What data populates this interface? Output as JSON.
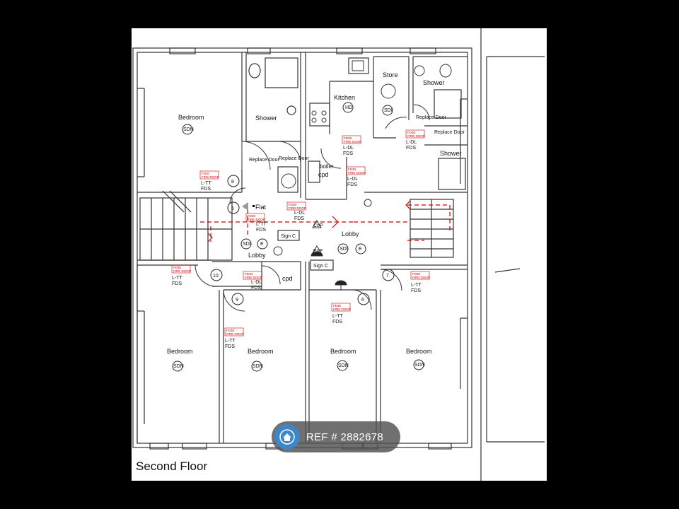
{
  "floor_title": "Second Floor",
  "watermark": {
    "prefix": "REF",
    "hash": "#",
    "number": "2882678",
    "icon": "home-icon"
  },
  "rooms": {
    "bedroom_nw": "Bedroom",
    "shower_1": "Shower",
    "kitchen": "Kitchen",
    "store": "Store",
    "shower_2": "Shower",
    "shower_3": "Shower",
    "lobby_east": "Lobby",
    "lobby_west": "Lobby",
    "flat": "Flat",
    "bedroom_s1": "Bedroom",
    "bedroom_s2": "Bedroom",
    "bedroom_s3": "Bedroom",
    "bedroom_s4": "Bedroom",
    "boiler": "boiler",
    "cpd_1": "cpd",
    "cpd_2": "cpd"
  },
  "symbols": {
    "sdn": "SDN",
    "sdi": "SDI",
    "hd": "HD",
    "e": "E",
    "sign_c": "Sign C",
    "cop": "CoP",
    "pop": "PoP"
  },
  "doors": {
    "d5": "5",
    "d6": "6",
    "d7": "7",
    "d8": "8",
    "d9": "9",
    "d10": "10"
  },
  "fire_labels": {
    "fd30": "FD30",
    "fire_door": "FIRE DOOR",
    "replace_door": "Replace Door",
    "l_tt": "L-TT",
    "l_dl": "L-DL",
    "fds": "FDS"
  }
}
